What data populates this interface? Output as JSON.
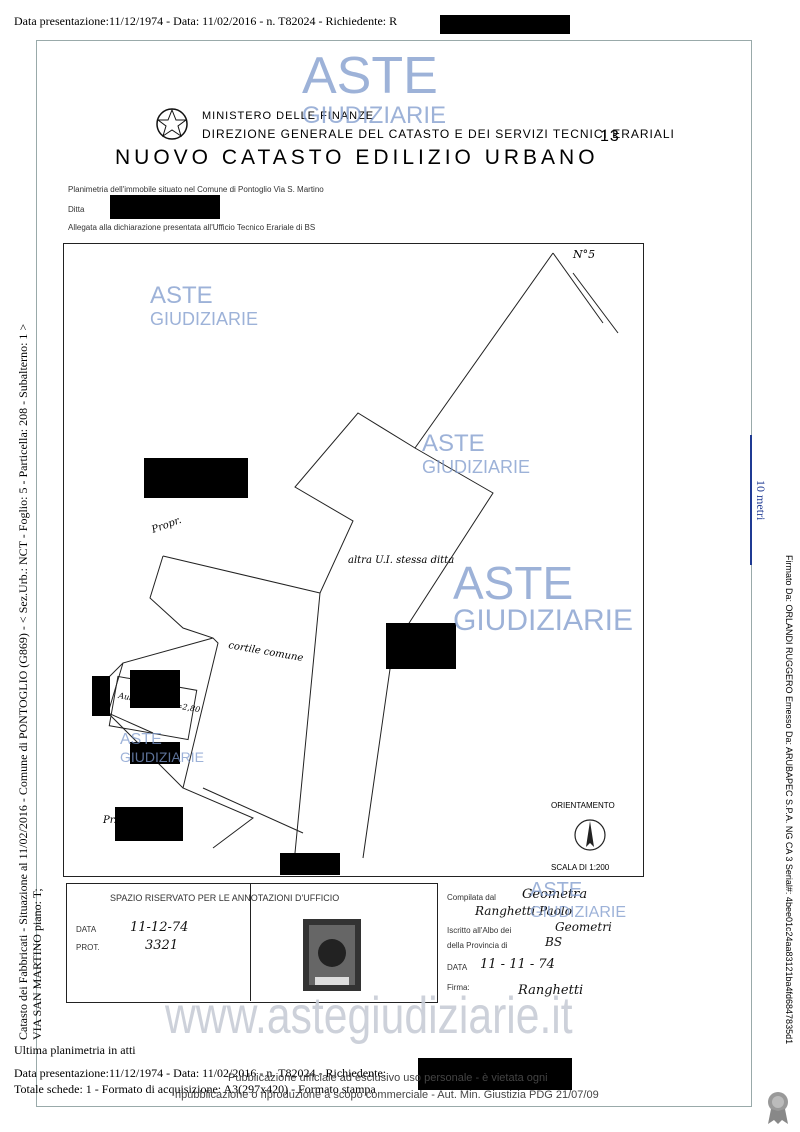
{
  "header": {
    "top_line": "Data presentazione:11/12/1974 - Data: 11/02/2016 - n. T82024 - Richiedente: R"
  },
  "ministry": {
    "line1": "MINISTERO DELLE FINANZE",
    "line2": "DIREZIONE GENERALE DEL CATASTO E DEI SERVIZI TECNICI ERARIALI",
    "sheet_no": "13",
    "title": "NUOVO CATASTO EDILIZIO URBANO"
  },
  "form_fields": {
    "line1": "Planimetria dell'immobile situato nel Comune di Pontoglio Via S. Martino",
    "line2": "Ditta",
    "line3": "Allegata alla dichiarazione presentata all'Ufficio Tecnico Erariale di BS"
  },
  "plan": {
    "label_n5": "N°5",
    "label_altra_ui": "altra U.I. stessa ditta",
    "label_cortile": "cortile comune",
    "label_prop": "Propr.",
    "label_autorimessa": "Autorimessa h=2,80",
    "label_pr": "Pr.",
    "orientamento": "ORIENTAMENTO",
    "scala": "SCALA DI 1:200"
  },
  "annotations": {
    "title": "SPAZIO RISERVATO PER LE ANNOTAZIONI D'UFFICIO",
    "data_label": "DATA",
    "data_value": "11-12-74",
    "prot_label": "PROT.",
    "prot_value": "3321"
  },
  "compiler": {
    "compilata_label": "Compilata dal",
    "compilata_value": "Geometra",
    "name": "Ranghetti Paolo",
    "albo_label": "Iscritto all'Albo dei",
    "albo_value": "Geometri",
    "provincia_label": "della Provincia di",
    "provincia_value": "BS",
    "data_label": "DATA",
    "data_value": "11 - 11 - 74",
    "firma_label": "Firma:",
    "firma_value": "Ranghetti"
  },
  "scale_label": "10 metri",
  "left_margin_text": "Catasto dei Fabbricati - Situazione al 11/02/2016 - Comune di PONTOGLIO (G869) - < Sez.Urb.: NCT - Foglio: 5 - Particella: 208 - Subalterno: 1 >",
  "left_margin_text2": "VIA SAN MARTINO piano: T;",
  "right_margin_text": "Firmato Da: ORLANDI RUGGERO Emesso Da: ARUBAPEC S.P.A. NG CA 3 Serial#: 4bee01c24aa83121ba4fd6847835d1",
  "footer": {
    "ultima": "Ultima planimetria in atti",
    "line1": "Data presentazione:11/12/1974 - Data: 11/02/2016 - n. T82024 - Richiedente:",
    "line2": "Totale schede: 1 - Formato di acquisizione: A3(297x420) - Formato stampa"
  },
  "watermark": {
    "aste": "ASTE",
    "giudiziarie": "GIUDIZIARIE",
    "site": "www.astegiudiziarie.it",
    "notice1": "Pubblicazione ufficiale ad esclusivo uso personale - è vietata ogni",
    "notice2": "ripubblicazione o riproduzione a scopo commerciale - Aut. Min. Giustizia PDG 21/07/09"
  },
  "colors": {
    "watermark": "#7d99cc",
    "scale_bar": "#1f3a93"
  }
}
